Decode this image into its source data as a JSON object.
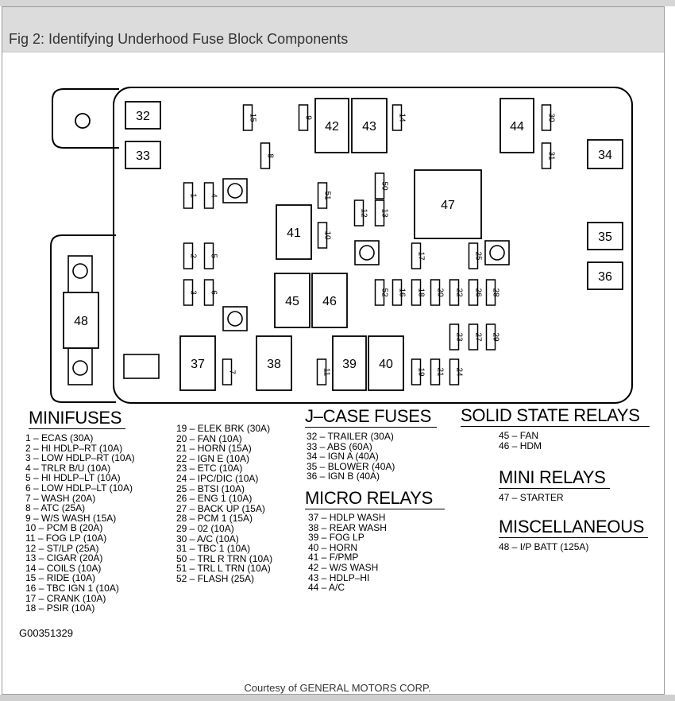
{
  "caption": "Fig 2: Identifying Underhood Fuse Block Components",
  "block": {
    "large_labels": [
      "32",
      "33",
      "34",
      "35",
      "36",
      "37",
      "38",
      "39",
      "40",
      "41",
      "42",
      "43",
      "44",
      "45",
      "46",
      "47",
      "48"
    ],
    "small_labels": [
      "15",
      "9",
      "14",
      "30",
      "8",
      "31",
      "1",
      "4",
      "51",
      "50",
      "12",
      "13",
      "10",
      "2",
      "5",
      "17",
      "25",
      "3",
      "6",
      "52",
      "16",
      "18",
      "20",
      "22",
      "26",
      "28",
      "23",
      "27",
      "29",
      "7",
      "11",
      "19",
      "21",
      "24"
    ]
  },
  "minifuses": {
    "title": "MINIFUSES",
    "col1": [
      "1 – ECAS   (30A)",
      "2 – HI HDLP–RT   (10A)",
      "3 – LOW HDLP–RT   (10A)",
      "4 – TRLR B/U   (10A)",
      "5 – HI HDLP–LT   (10A)",
      "6 – LOW HDLP–LT   (10A)",
      "7 – WASH   (20A)",
      "8 – ATC   (25A)",
      "9 – W/S WASH   (15A)",
      "10 – PCM B   (20A)",
      "11 – FOG LP   (10A)",
      "12 – ST/LP   (25A)",
      "13 – CIGAR   (20A)",
      "14 – COILS   (10A)",
      "15 – RIDE   (10A)",
      "16 – TBC IGN 1   (10A)",
      "17 – CRANK   (10A)",
      "18 – PSIR   (10A)"
    ],
    "col2": [
      "19 – ELEK BRK   (30A)",
      "20 – FAN   (10A)",
      "21 – HORN   (15A)",
      "22 – IGN E   (10A)",
      "23 – ETC   (10A)",
      "24 – IPC/DIC   (10A)",
      "25 – BTSI   (10A)",
      "26 – ENG 1   (10A)",
      "27 – BACK UP   (15A)",
      "28 – PCM 1   (15A)",
      "29 – 02   (10A)",
      "30 – A/C   (10A)",
      "31 – TBC 1   (10A)",
      "50 – TRL R TRN   (10A)",
      "51 – TRL L TRN   (10A)",
      "52 – FLASH   (25A)"
    ]
  },
  "jcase": {
    "title": "J–CASE FUSES",
    "items": [
      "32 – TRAILER   (30A)",
      "33 – ABS   (60A)",
      "34 – IGN A   (40A)",
      "35 – BLOWER   (40A)",
      "36 – IGN B   (40A)"
    ]
  },
  "micro": {
    "title": "MICRO RELAYS",
    "items": [
      "37 – HDLP WASH",
      "38 – REAR WASH",
      "39 – FOG LP",
      "40 – HORN",
      "41 – F/PMP",
      "42 – W/S WASH",
      "43 – HDLP–HI",
      "44 – A/C"
    ]
  },
  "solid": {
    "title": "SOLID STATE RELAYS",
    "items": [
      "45 – FAN",
      "46 – HDM"
    ]
  },
  "mini": {
    "title": "MINI RELAYS",
    "items": [
      "47 – STARTER"
    ]
  },
  "misc": {
    "title": "MISCELLANEOUS",
    "items": [
      "48 – I/P BATT   (125A)"
    ]
  },
  "doc_id": "G00351329",
  "courtesy": "Courtesy of GENERAL MOTORS CORP."
}
